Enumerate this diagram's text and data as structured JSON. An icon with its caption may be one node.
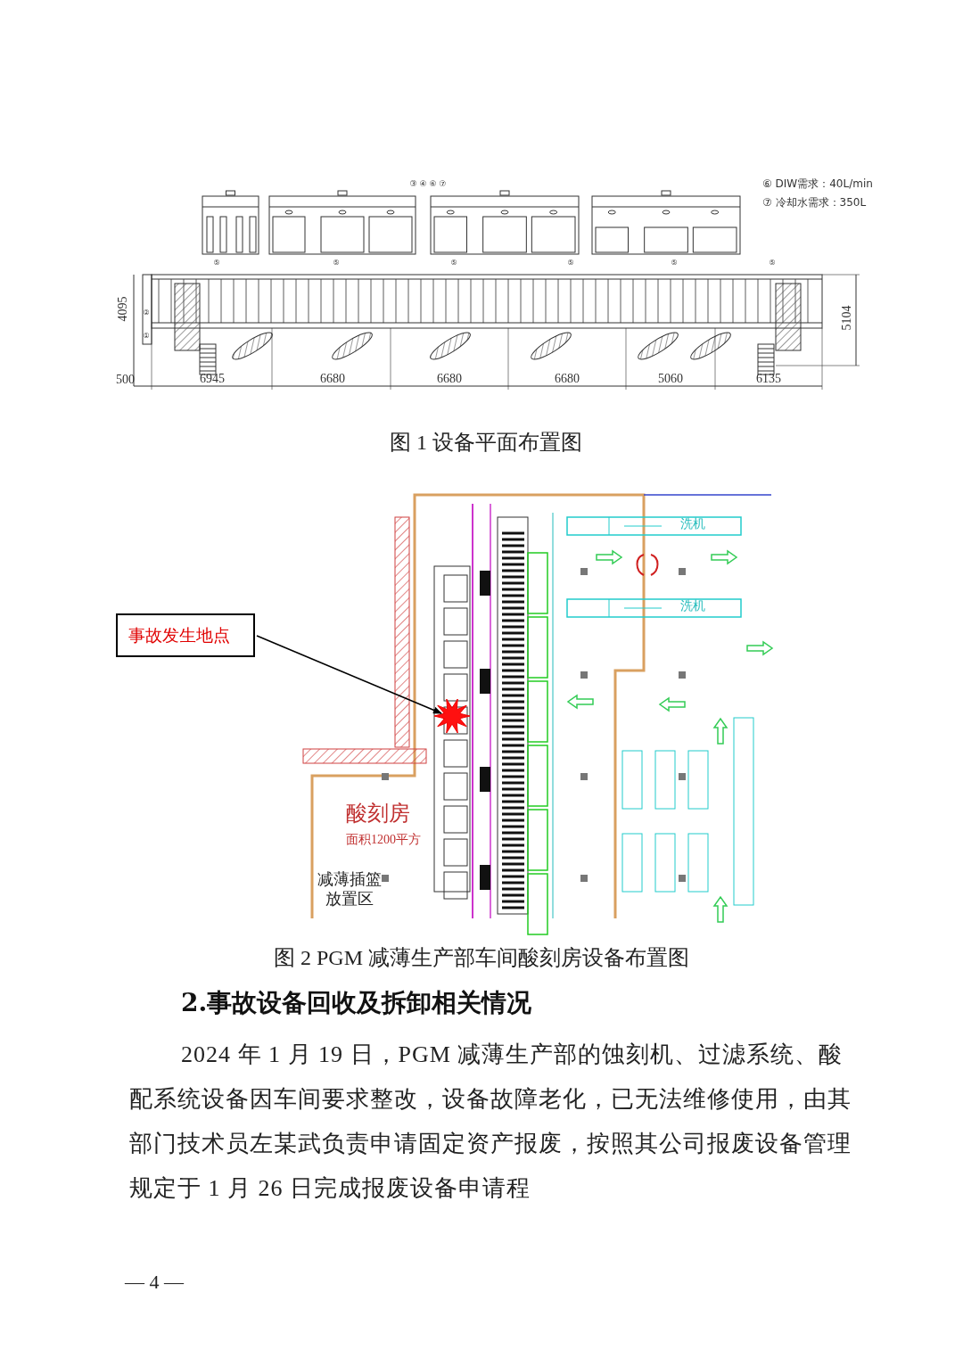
{
  "diagram": {
    "nodes": [
      {
        "text": [
          "事故发生地点"
        ]
      },
      {
        "text": [],
        "shape": "picture"
      }
    ],
    "edges": [
      {
        "from": 0,
        "to": 1,
        "arrow": "to"
      }
    ],
    "labels": [
      "③ ④ ⑥ ⑦",
      "⑥ DIW需求：40L/min",
      "⑦ 冷却水需求：350L",
      "⑤",
      "⑤",
      "⑤",
      "⑤",
      "⑤",
      "⑤",
      "②",
      "①",
      "4095",
      "5104",
      "500",
      "6945",
      "6680",
      "6680",
      "6680",
      "5060",
      "6135",
      "图 1 设备平面布置图",
      "洗机",
      "洗机",
      "酸刻房",
      "面积1200平方",
      "减薄插篮放置区",
      "图 2 PGM 减薄生产部车间酸刻房设备布置图",
      "2.事故设备回收及拆卸相关情况",
      "2024 年 1 月 19 日，PGM 减薄生产部的蚀刻机、过滤系统、酸配系统设备因车间要求整改，设备故障老化，已无法维修使用，由其部门技术员左某武负责申请固定资产报废，按照其公司报废设备管理规定于 1 月 26 日完成报废设备申请程",
      "— 4 —"
    ]
  }
}
